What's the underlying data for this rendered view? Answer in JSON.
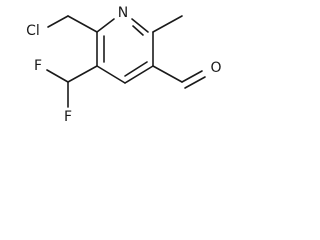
{
  "labels": {
    "nitrogen": "N",
    "chlorine": "Cl",
    "fluorine_top": "F",
    "fluorine_bottom": "F",
    "oxygen": "O"
  }
}
